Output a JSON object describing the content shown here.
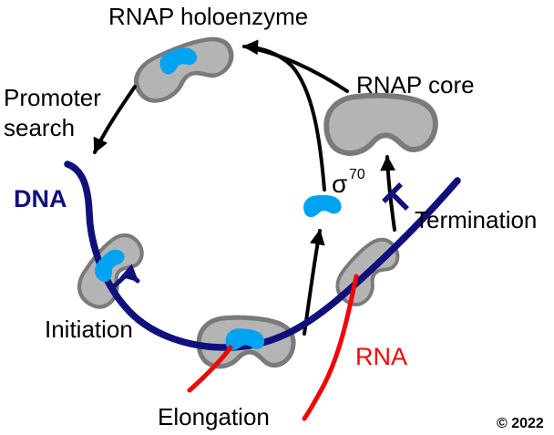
{
  "labels": {
    "rnap_holoenzyme": "RNAP holoenzyme",
    "rnap_core": "RNAP core",
    "promoter_search_line1": "Promoter",
    "promoter_search_line2": "search",
    "dna": "DNA",
    "initiation": "Initiation",
    "elongation": "Elongation",
    "rna": "RNA",
    "termination": "Termination",
    "sigma": "σ",
    "sigma_superscript": "70",
    "copyright": "© 2022"
  },
  "colors": {
    "background": "#ffffff",
    "text_black": "#000000",
    "dna_blue": "#10107d",
    "rna_red": "#f20505",
    "sigma_blue": "#00a2f2",
    "rnap_fill": "#b4b4b4",
    "rnap_outline": "#7a7a7a"
  }
}
